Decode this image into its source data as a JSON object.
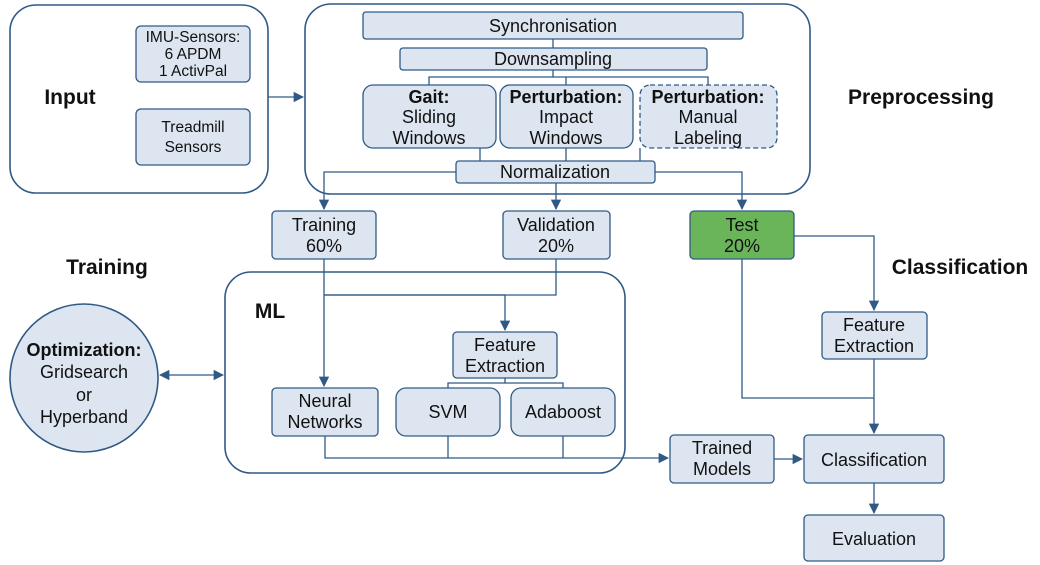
{
  "sections": {
    "input": "Input",
    "preprocessing": "Preprocessing",
    "training": "Training",
    "classification": "Classification",
    "ml": "ML"
  },
  "input": {
    "imu": [
      "IMU-Sensors:",
      "6 APDM",
      "1 ActivPal"
    ],
    "treadmill": [
      "Treadmill",
      "Sensors"
    ]
  },
  "preprocessing": {
    "synchronisation": "Synchronisation",
    "downsampling": "Downsampling",
    "gait": {
      "title": "Gait:",
      "lines": [
        "Sliding",
        "Windows"
      ]
    },
    "perturbation_impact": {
      "title": "Perturbation:",
      "lines": [
        "Impact",
        "Windows"
      ]
    },
    "perturbation_manual": {
      "title": "Perturbation:",
      "lines": [
        "Manual",
        "Labeling"
      ]
    },
    "normalization": "Normalization"
  },
  "splits": {
    "training": [
      "Training",
      "60%"
    ],
    "validation": [
      "Validation",
      "20%"
    ],
    "test": [
      "Test",
      "20%"
    ]
  },
  "optimization": {
    "title": "Optimization:",
    "lines": [
      "Gridsearch",
      "or",
      "Hyperband"
    ]
  },
  "ml": {
    "feature_extraction": [
      "Feature",
      "Extraction"
    ],
    "neural_networks": [
      "Neural",
      "Networks"
    ],
    "svm": "SVM",
    "adaboost": "Adaboost"
  },
  "trained_models": [
    "Trained",
    "Models"
  ],
  "classification_branch": {
    "feature_extraction": [
      "Feature",
      "Extraction"
    ],
    "classification": "Classification",
    "evaluation": "Evaluation"
  },
  "colors": {
    "stroke": "#2f5a86",
    "box_fill": "#dde6f0",
    "test_fill": "#6ab55a"
  }
}
